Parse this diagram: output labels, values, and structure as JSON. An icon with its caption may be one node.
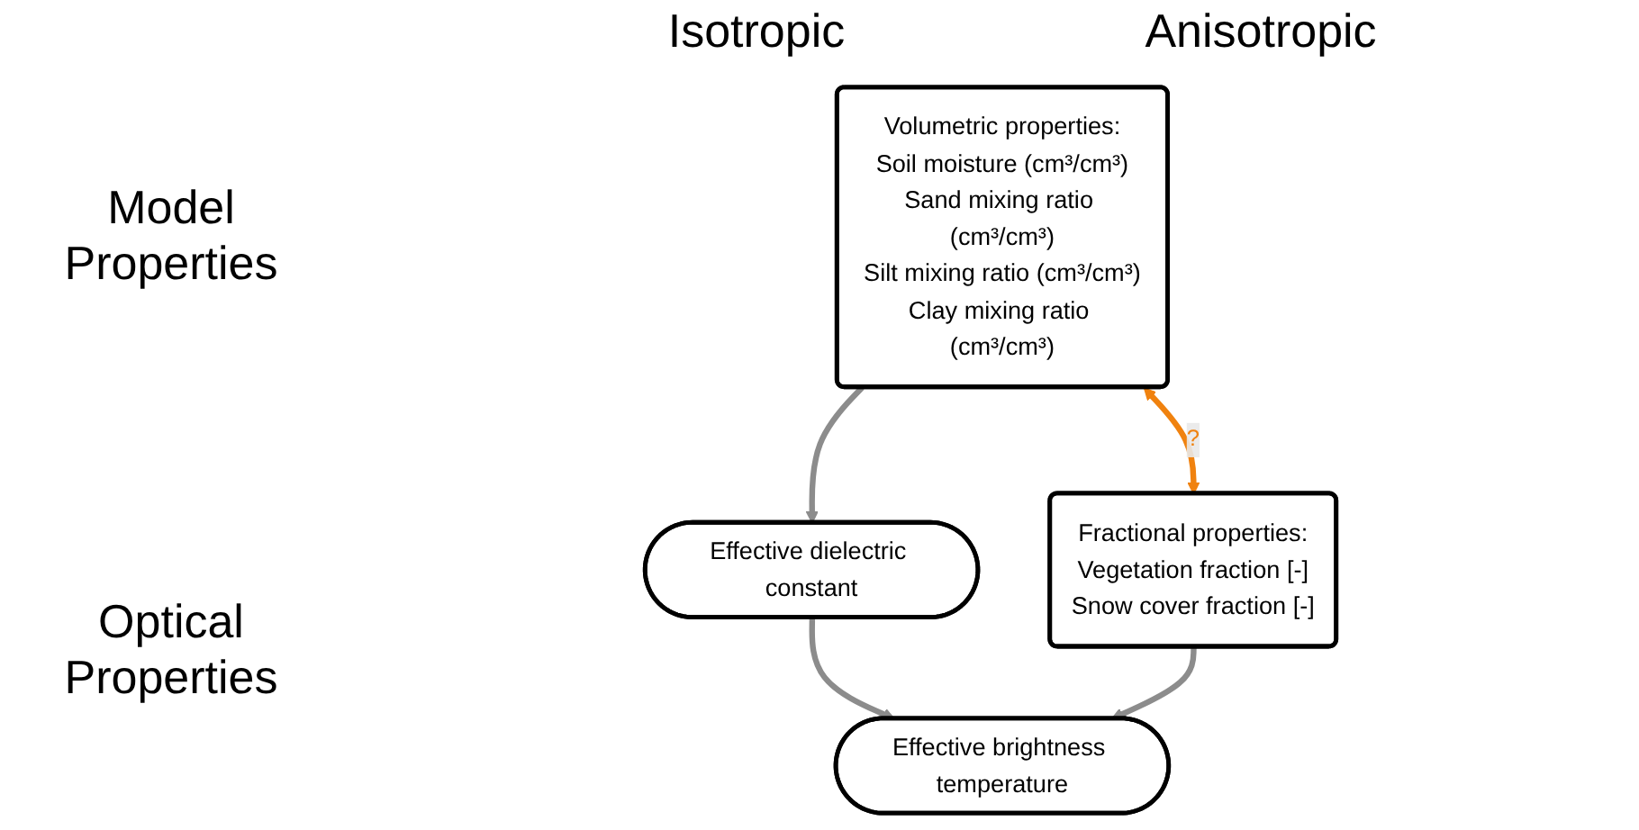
{
  "diagram": {
    "nodes": [
      {
        "text": [
          "Volumetric properties:",
          "Soil moisture (cm³/cm³)",
          "Sand mixing ratio (cm³/cm³)",
          "Silt mixing ratio (cm³/cm³)",
          "Clay mixing ratio (cm³/cm³)"
        ]
      },
      {
        "text": [
          "Fractional properties:",
          "Vegetation fraction [-]",
          "Snow cover fraction [-]"
        ]
      },
      {
        "text": [
          "Effective dielectric constant"
        ]
      },
      {
        "text": [
          "Effective brightness temperature"
        ]
      }
    ],
    "edges": [
      {
        "from": 0,
        "to": 1,
        "arrow": "both",
        "label": "?",
        "color": "#f0820f"
      },
      {
        "from": 0,
        "to": 2,
        "arrow": "to"
      },
      {
        "from": 2,
        "to": 3,
        "arrow": "to"
      },
      {
        "from": 1,
        "to": 3,
        "arrow": "to"
      }
    ],
    "labels": [
      "Isotropic",
      "Anisotropic",
      "Model Properties",
      "Optical Properties"
    ]
  }
}
